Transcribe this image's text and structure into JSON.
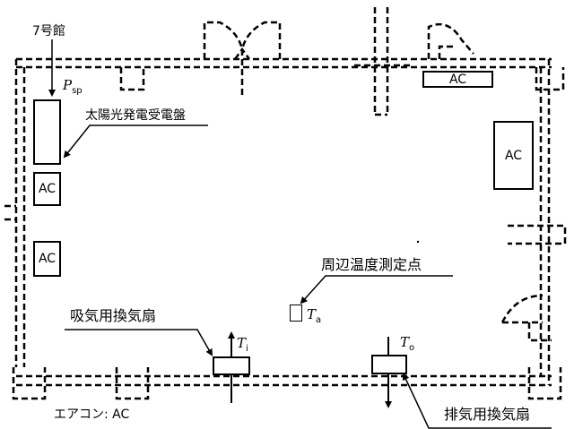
{
  "building_label": "7号館",
  "sensor_psp": {
    "symbol": "P",
    "subscript": "sp"
  },
  "solar_panel_label": "太陽光発電受電盤",
  "ac_label": "AC",
  "ambient_point_label": "周辺温度測定点",
  "sensor_ta": {
    "symbol": "T",
    "subscript": "a"
  },
  "intake_fan_label": "吸気用換気扇",
  "sensor_ti": {
    "symbol": "T",
    "subscript": "i"
  },
  "sensor_to": {
    "symbol": "T",
    "subscript": "o"
  },
  "exhaust_fan_label": "排気用換気扇",
  "legend_text": "エアコン: AC"
}
